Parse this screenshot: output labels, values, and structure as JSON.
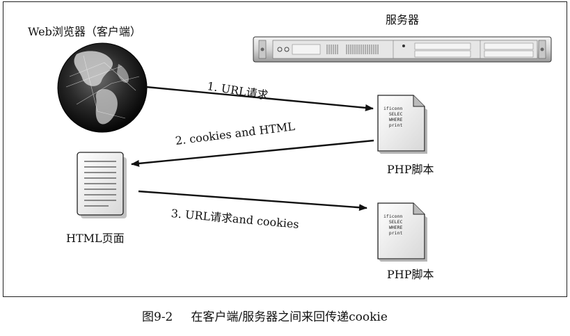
{
  "nodes": {
    "browser_label": "Web浏览器（客户端）",
    "server_label": "服务器",
    "php_label_1": "PHP脚本",
    "php_label_2": "PHP脚本",
    "html_page_label": "HTML页面"
  },
  "arrows": {
    "step1": "1. URL请求",
    "step2": "2. cookies and HTML",
    "step3": "3. URL请求and cookies"
  },
  "script_text": {
    "line1": "ificonn",
    "line2": "SELEC",
    "line3": "WHERE",
    "line4": "print"
  },
  "caption": {
    "figure_number": "图9-2",
    "text": "在客户端/服务器之间来回传递cookie"
  }
}
